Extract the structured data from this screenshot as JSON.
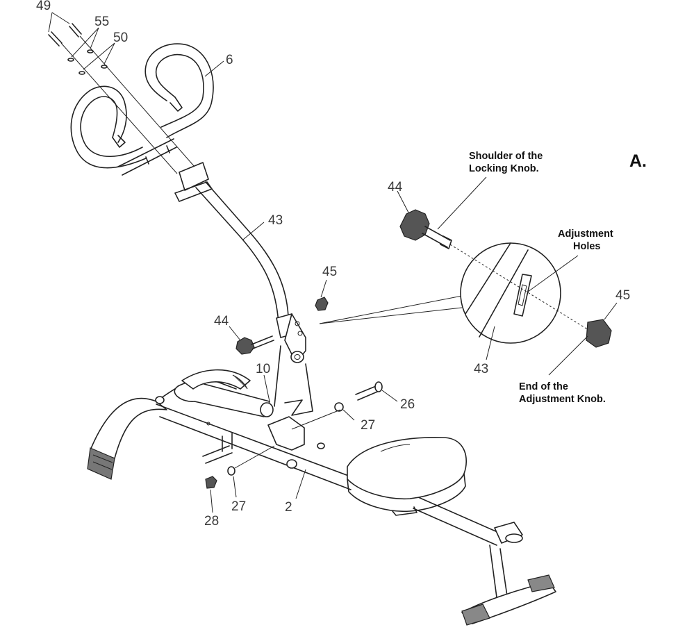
{
  "figure": {
    "panel_letter": "A.",
    "part_numbers": {
      "p49": "49",
      "p55": "55",
      "p50": "50",
      "p6": "6",
      "p43_main": "43",
      "p45_main": "45",
      "p44_main": "44",
      "p10": "10",
      "p26": "26",
      "p27_right": "27",
      "p27_left": "27",
      "p28": "28",
      "p2": "2",
      "p44_detail": "44",
      "p45_detail": "45",
      "p43_detail": "43"
    },
    "callouts": {
      "shoulder_line1": "Shoulder of the",
      "shoulder_line2": "Locking Knob.",
      "holes_line1": "Adjustment",
      "holes_line2": "Holes",
      "end_line1": "End of the",
      "end_line2": "Adjustment Knob."
    }
  }
}
